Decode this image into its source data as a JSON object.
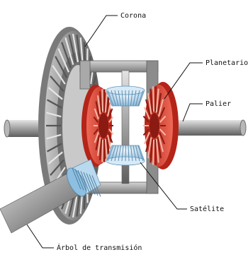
{
  "labels": {
    "corona": "Corona",
    "planetario": "Planetario",
    "palier": "Palier",
    "satelite": "Satélite",
    "arbol": "Árbol de transmisión"
  },
  "colors": {
    "ring_gear": "#8f8f8f",
    "carrier": "#9a9a9a",
    "side_gear": "#d63a30",
    "pinion": "#bcd9ee",
    "shaft": "#9b9b9b",
    "drive_pinion": "#a9cfe6"
  }
}
